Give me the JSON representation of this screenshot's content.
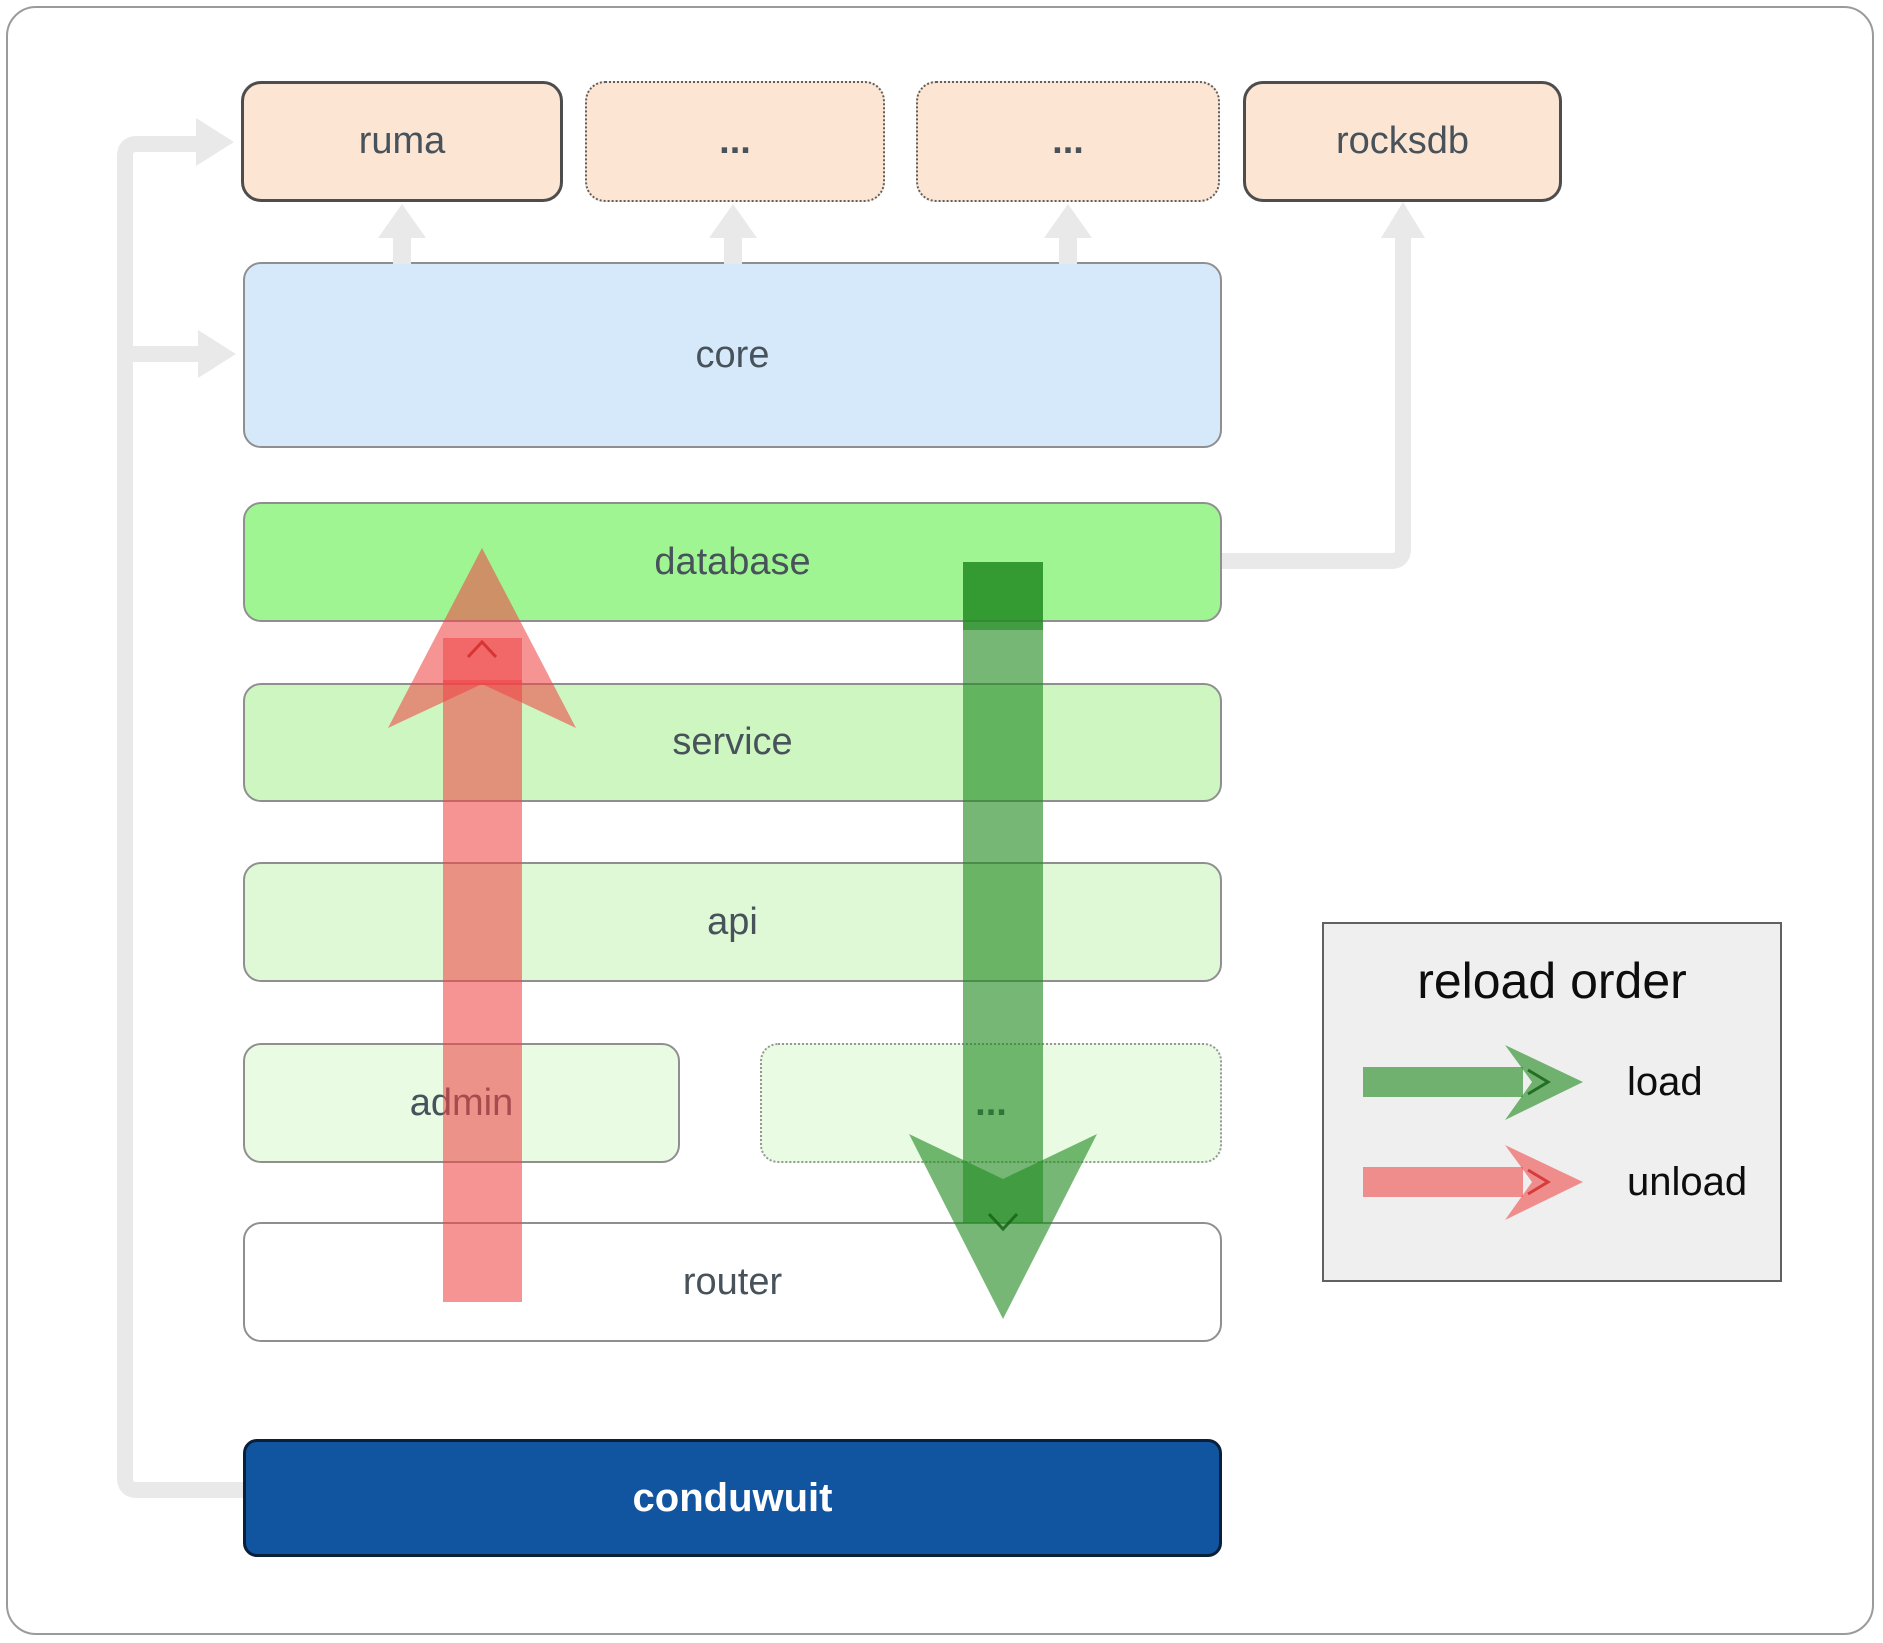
{
  "nodes": {
    "ruma": "ruma",
    "dots1": "...",
    "dots2": "...",
    "rocksdb": "rocksdb",
    "core": "core",
    "database": "database",
    "service": "service",
    "api": "api",
    "admin": "admin",
    "service_dots": "...",
    "router": "router",
    "conduwuit": "conduwuit"
  },
  "legend": {
    "title": "reload order",
    "load_label": "load",
    "unload_label": "unload"
  },
  "colors": {
    "dependency_peach": "#fce5d3",
    "core_blue": "#d6e9fb",
    "database_green": "#9ff592",
    "service_green": "#cdf6c1",
    "api_green": "#dff8d6",
    "faint_green": "#eafbe4",
    "conduwuit_blue": "#11549f",
    "connector_gray": "#e9e9e9",
    "load_green": "#228b22",
    "unload_red": "#f04646",
    "legend_bg": "#efefef"
  }
}
